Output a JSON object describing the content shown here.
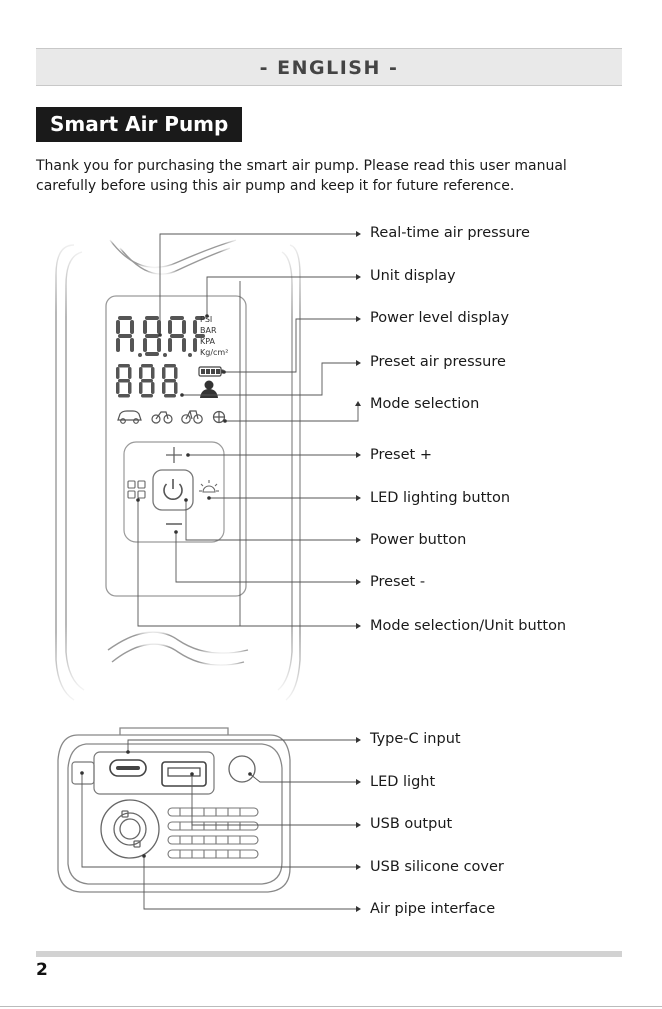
{
  "header": {
    "language": "- ENGLISH -"
  },
  "title": "Smart Air Pump",
  "intro_lines": [
    "Thank you for purchasing the smart air pump. Please read this user manual",
    "carefully before using this air pump and keep it for future reference."
  ],
  "front_view": {
    "display_units": [
      "PSI",
      "BAR",
      "KPA",
      "Kg/cm²"
    ],
    "callouts": [
      "Real-time air pressure",
      "Unit display",
      "Power level display",
      "Preset air pressure",
      "Mode selection",
      "Preset +",
      "LED lighting button",
      "Power button",
      "Preset -",
      "Mode selection/Unit button"
    ]
  },
  "rear_view": {
    "callouts": [
      "Type-C input",
      "LED light",
      "USB output",
      "USB silicone cover",
      "Air pipe interface"
    ]
  },
  "page_number": "2"
}
